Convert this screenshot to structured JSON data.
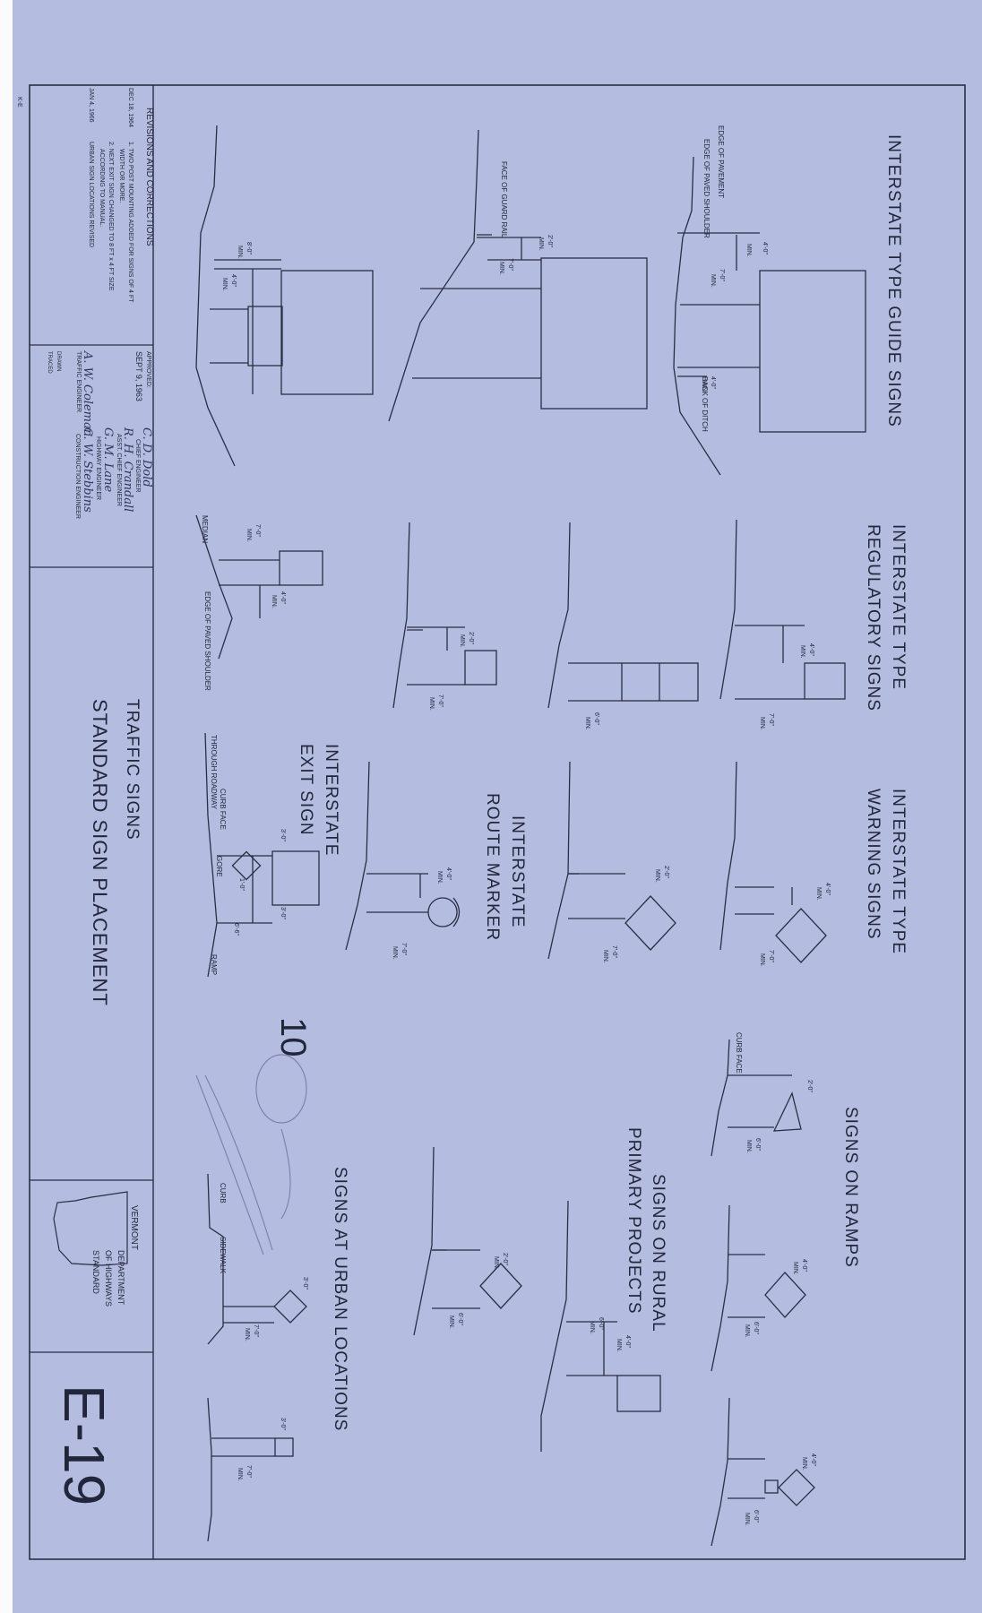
{
  "sheet": {
    "number": "E-19",
    "title_line1": "TRAFFIC SIGNS",
    "title_line2": "STANDARD SIGN PLACEMENT",
    "logo_text": "VERMONT",
    "department": [
      "DEPARTMENT",
      "OF HIGHWAYS",
      "STANDARD"
    ],
    "corner_mark": "K-E"
  },
  "revisions": {
    "heading": "REVISIONS AND CORRECTIONS",
    "entries": [
      {
        "date": "DEC 18, 1964",
        "text": "1. TWO POST MOUNTING ADDED FOR SIGNS OF 4 FT"
      },
      {
        "date": "",
        "text": "WIDTH OR MORE."
      },
      {
        "date": "",
        "text": "2. NEXT EXIT SIGN CHANGED TO 8 FT x 4 FT SIZE"
      },
      {
        "date": "",
        "text": "ACCORDING TO MANUAL."
      },
      {
        "date": "JAN 4, 1966",
        "text": "URBAN SIGN LOCATIONS REVISED"
      }
    ]
  },
  "approval": {
    "approved_label": "APPROVED:",
    "approved_date": "SEPT 9, 1963",
    "signers": [
      {
        "signature": "C. D. Dold",
        "role": "CHIEF ENGINEER"
      },
      {
        "signature": "R. H. Crandall",
        "role": "ASST. CHIEF ENGINEER"
      },
      {
        "signature": "G. M. Lane",
        "role": "HIGHWAY ENGINEER"
      },
      {
        "signature": "C. W. Stebbins",
        "role": "CONSTRUCTION ENGINEER"
      },
      {
        "signature": "A. W. Coleman",
        "role": "TRAFFIC ENGINEER"
      }
    ],
    "drawn": "DRAWN",
    "traced": "TRACED"
  },
  "sections": {
    "guide": "INTERSTATE TYPE GUIDE SIGNS",
    "regulatory_1": "INTERSTATE TYPE",
    "regulatory_2": "REGULATORY SIGNS",
    "warning_1": "INTERSTATE TYPE",
    "warning_2": "WARNING SIGNS",
    "route_1": "INTERSTATE",
    "route_2": "ROUTE MARKER",
    "exit_1": "INTERSTATE",
    "exit_2": "EXIT SIGN",
    "ramps": "SIGNS ON RAMPS",
    "rural_1": "SIGNS ON RURAL",
    "rural_2": "PRIMARY PROJECTS",
    "urban": "SIGNS AT URBAN LOCATIONS"
  },
  "labels": {
    "edge_of_pavement": "EDGE OF PAVEMENT",
    "edge_of_paved_shoulder": "EDGE OF PAVED SHOULDER",
    "back_of_ditch": "BACK OF DITCH",
    "face_of_guard_rail": "FACE OF GUARD RAIL",
    "median": "MEDIAN",
    "edge_of_paved_shoulder_2": "EDGE OF PAVED SHOULDER",
    "through_roadway": "THROUGH ROADWAY",
    "curb_face": "CURB FACE",
    "gore": "GORE",
    "ramp": "RAMP",
    "curb_face_ramps": "CURB FACE",
    "curb": "CURB",
    "sidewalk": "SIDEWALK",
    "min": "MIN."
  },
  "dims": {
    "d4": "4'-0\"",
    "d7": "7'-0\"",
    "d8": "8'-0\"",
    "d6": "6'-0\"",
    "d6b": "6'-6\"",
    "d2": "2'-0\"",
    "d3": "3'-0\"",
    "d1": "1'-0\""
  },
  "annotations": {
    "pencil": "10"
  }
}
